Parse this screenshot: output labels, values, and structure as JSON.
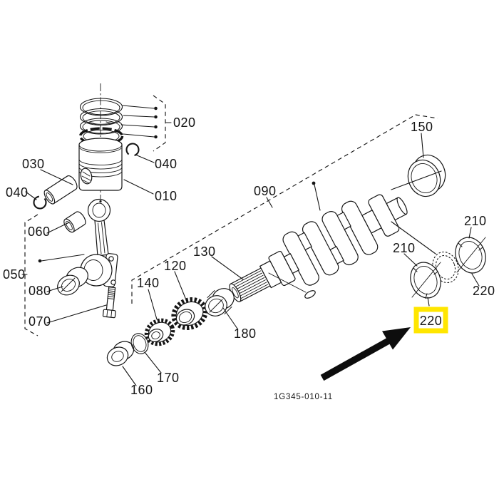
{
  "figure": {
    "kind": "exploded-parts-diagram",
    "diagram_code": "1G345-010-11",
    "highlight_color": "#ffe600",
    "arrow_color": "#0d0d0d",
    "line_color": "#151515",
    "background_color": "#ffffff",
    "highlighted_part_number": "220"
  },
  "labels": {
    "p010": "010",
    "p020": "020",
    "p030": "030",
    "p040_left": "040",
    "p040_right": "040",
    "p050": "050",
    "p060": "060",
    "p070": "070",
    "p080": "080",
    "p090": "090",
    "p120": "120",
    "p130": "130",
    "p140": "140",
    "p150": "150",
    "p160": "160",
    "p170": "170",
    "p180": "180",
    "p210_left": "210",
    "p210_right": "210",
    "p220_right": "220",
    "p220_highlighted": "220",
    "diagram_code": "1G345-010-11"
  }
}
